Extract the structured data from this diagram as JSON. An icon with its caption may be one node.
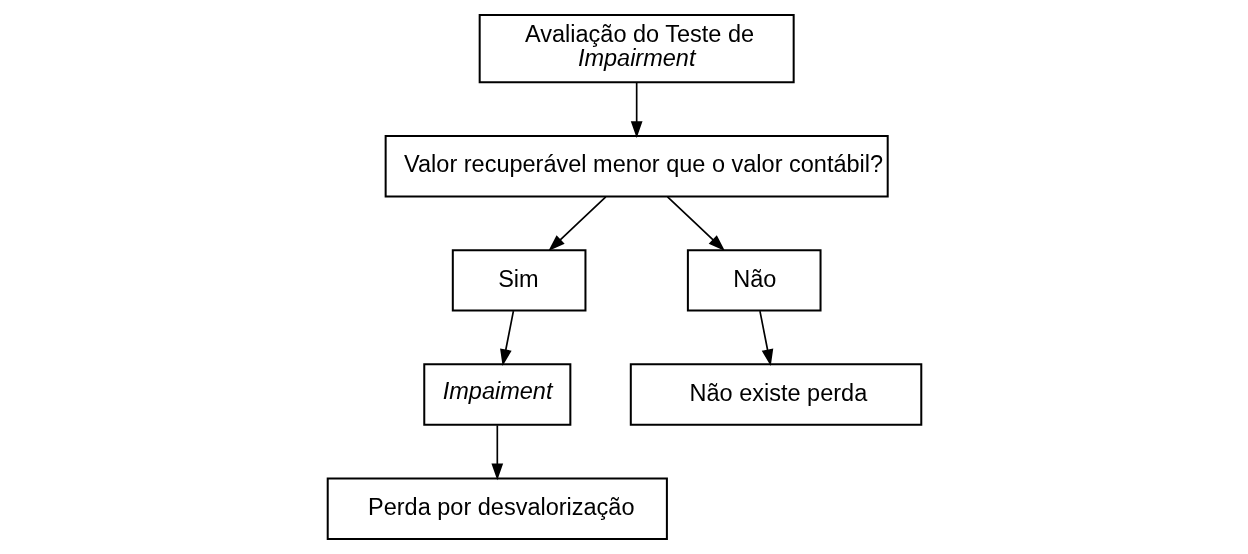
{
  "diagram": {
    "nodes": [
      {
        "text": [
          "Avaliação do Teste de *Impairment*"
        ]
      },
      {
        "text": [
          "Valor recuperável menor que o valor contábil?"
        ]
      },
      {
        "text": [
          "Sim"
        ]
      },
      {
        "text": [
          "Não"
        ]
      },
      {
        "text": [
          "Impaiment"
        ]
      },
      {
        "text": [
          "Não existe perda"
        ]
      },
      {
        "text": [
          "Perda por desvalorização"
        ]
      }
    ],
    "edges": [
      {
        "from": 0,
        "to": 1,
        "arrow": "to"
      },
      {
        "from": 1,
        "to": 2,
        "arrow": "to"
      },
      {
        "from": 1,
        "to": 3,
        "arrow": "to"
      },
      {
        "from": 2,
        "to": 4,
        "arrow": "to"
      },
      {
        "from": 3,
        "to": 5,
        "arrow": "to"
      },
      {
        "from": 4,
        "to": 6,
        "arrow": "to"
      }
    ]
  }
}
